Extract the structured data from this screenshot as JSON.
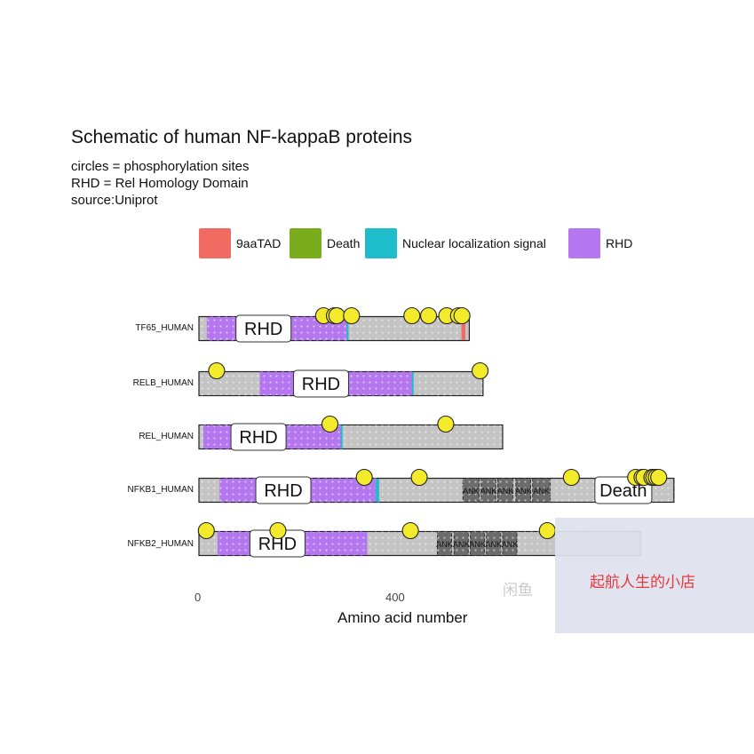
{
  "chart_data": {
    "type": "diagram",
    "title": "Schematic of human NF-kappaB proteins",
    "subtitle_lines": [
      "circles = phosphorylation sites",
      "RHD = Rel Homology Domain",
      "source:Uniprot"
    ],
    "legend": [
      {
        "name": "9aaTAD",
        "color": "#f26b63"
      },
      {
        "name": "Death",
        "color": "#7aad1e"
      },
      {
        "name": "Nuclear localization signal",
        "color": "#1fbccc"
      },
      {
        "name": "RHD",
        "color": "#b477f0"
      }
    ],
    "xlabel": "Amino acid number",
    "xticks": [
      0,
      400
    ],
    "xlim": [
      0,
      969
    ],
    "proteins": [
      {
        "name": "TF65_HUMAN",
        "length": 551,
        "domains": [
          {
            "type": "RHD",
            "label": "RHD",
            "start": 16,
            "end": 305
          },
          {
            "type": "Nuclear localization signal",
            "label": "",
            "start": 301,
            "end": 304
          },
          {
            "type": "9aaTAD",
            "label": "",
            "start": 535,
            "end": 543
          }
        ],
        "phospho": [
          254,
          276,
          281,
          311,
          434,
          468,
          505,
          529,
          536
        ]
      },
      {
        "name": "RELB_HUMAN",
        "length": 579,
        "domains": [
          {
            "type": "RHD",
            "label": "RHD",
            "start": 124,
            "end": 436
          },
          {
            "type": "Nuclear localization signal",
            "label": "",
            "start": 434,
            "end": 437
          }
        ],
        "phospho": [
          36,
          573
        ]
      },
      {
        "name": "REL_HUMAN",
        "length": 619,
        "domains": [
          {
            "type": "RHD",
            "label": "RHD",
            "start": 9,
            "end": 290
          },
          {
            "type": "Nuclear localization signal",
            "label": "",
            "start": 289,
            "end": 292
          }
        ],
        "phospho": [
          267,
          503
        ]
      },
      {
        "name": "NFKB1_HUMAN",
        "length": 968,
        "domains": [
          {
            "type": "RHD",
            "label": "RHD",
            "start": 42,
            "end": 367
          },
          {
            "type": "Nuclear localization signal",
            "label": "",
            "start": 360,
            "end": 367
          },
          {
            "type": "ANK",
            "label": "ANK",
            "start": 538,
            "end": 571
          },
          {
            "type": "ANK",
            "label": "ANK",
            "start": 575,
            "end": 605
          },
          {
            "type": "ANK",
            "label": "ANK",
            "start": 609,
            "end": 640
          },
          {
            "type": "ANK",
            "label": "ANK",
            "start": 646,
            "end": 676
          },
          {
            "type": "ANK",
            "label": "ANK",
            "start": 680,
            "end": 716
          },
          {
            "type": "Death",
            "label": "Death",
            "start": 807,
            "end": 894
          }
        ],
        "phospho": [
          337,
          449,
          759,
          890,
          903,
          907,
          923,
          927,
          932,
          937
        ]
      },
      {
        "name": "NFKB2_HUMAN",
        "length": 900,
        "domains": [
          {
            "type": "RHD",
            "label": "RHD",
            "start": 38,
            "end": 343
          },
          {
            "type": "ANK",
            "label": "ANK",
            "start": 486,
            "end": 515
          },
          {
            "type": "ANK",
            "label": "ANK",
            "start": 520,
            "end": 549
          },
          {
            "type": "ANK",
            "label": "ANK",
            "start": 553,
            "end": 582
          },
          {
            "type": "ANK",
            "label": "ANK",
            "start": 586,
            "end": 615
          },
          {
            "type": "ANK",
            "label": "ANK",
            "start": 619,
            "end": 648
          }
        ],
        "phospho": [
          15,
          161,
          431,
          710
        ]
      }
    ]
  },
  "watermark": {
    "text": "起航人生的小店",
    "faint_text": "闲鱼"
  },
  "colors": {
    "backbone": "#c4c4c4",
    "ank": "#6c6c6c",
    "phospho_fill": "#f2ea2a"
  }
}
